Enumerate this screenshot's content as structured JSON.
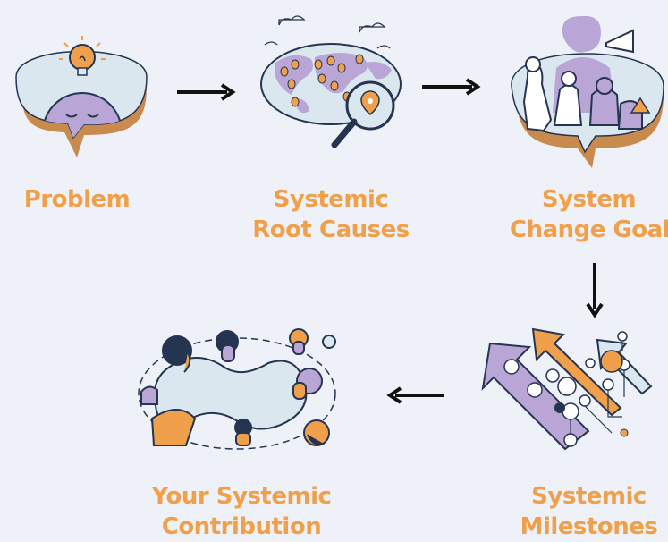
{
  "colors": {
    "accent_orange": "#f0a04b",
    "purple": "#b9a6d6",
    "dark_outline": "#253551",
    "pale_blue": "#dbe7ee",
    "background": "#eef2f8"
  },
  "steps": [
    {
      "id": "problem",
      "lines": [
        "Problem"
      ],
      "icon": "speech-bubble-idea-icon"
    },
    {
      "id": "root-causes",
      "lines": [
        "Systemic",
        "Root Causes"
      ],
      "icon": "map-magnifier-icon"
    },
    {
      "id": "change-goal",
      "lines": [
        "System",
        "Change Goal"
      ],
      "icon": "protest-people-icon"
    },
    {
      "id": "milestones",
      "lines": [
        "Systemic",
        "Milestones"
      ],
      "icon": "network-arrows-icon"
    },
    {
      "id": "contribution",
      "lines": [
        "Your Systemic",
        "Contribution"
      ],
      "icon": "community-heads-icon"
    }
  ],
  "arrows": [
    {
      "from": "problem",
      "to": "root-causes",
      "direction": "right"
    },
    {
      "from": "root-causes",
      "to": "change-goal",
      "direction": "right"
    },
    {
      "from": "change-goal",
      "to": "milestones",
      "direction": "down"
    },
    {
      "from": "milestones",
      "to": "contribution",
      "direction": "left"
    }
  ]
}
